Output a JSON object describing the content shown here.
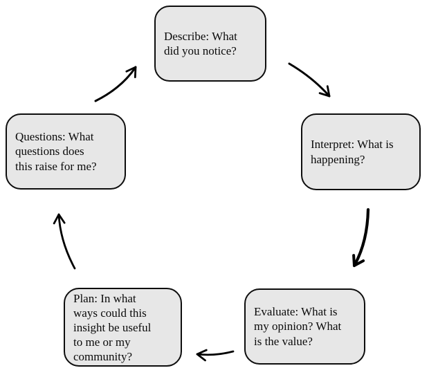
{
  "diagram": {
    "type": "cycle",
    "colors": {
      "node_fill": "#e7e7e7",
      "node_border": "#0d0d0d",
      "arrow": "#000000",
      "background": "#ffffff"
    },
    "nodes": [
      {
        "id": "describe",
        "label": "Describe: What\ndid you notice?"
      },
      {
        "id": "interpret",
        "label": "Interpret: What is\nhappening?"
      },
      {
        "id": "evaluate",
        "label": "Evaluate: What is\nmy opinion? What\nis the value?"
      },
      {
        "id": "plan",
        "label": "Plan: In what\nways could this\ninsight be useful\nto me or my\ncommunity?"
      },
      {
        "id": "questions",
        "label": "Questions: What\nquestions does\nthis raise for me?"
      }
    ],
    "arrows": [
      {
        "from": "describe",
        "to": "interpret"
      },
      {
        "from": "interpret",
        "to": "evaluate"
      },
      {
        "from": "evaluate",
        "to": "plan"
      },
      {
        "from": "plan",
        "to": "questions"
      },
      {
        "from": "questions",
        "to": "describe"
      }
    ]
  }
}
